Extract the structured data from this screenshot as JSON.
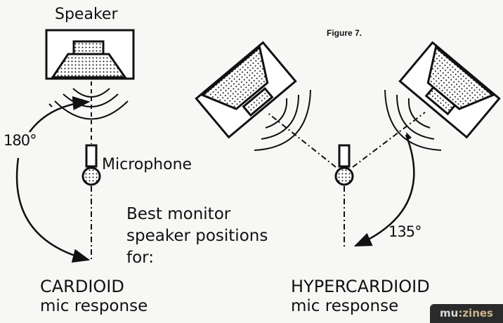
{
  "figure_label": "Figure 7.",
  "left": {
    "speaker_label": "Speaker",
    "mic_label": "Microphone",
    "angle_label": "180°",
    "pattern_title": "CARDIOID",
    "pattern_subtitle": "mic response"
  },
  "center_caption": [
    "Best monitor",
    "speaker positions",
    "for:"
  ],
  "right": {
    "angle_label": "135°",
    "pattern_title": "HYPERCARDIOID",
    "pattern_subtitle": "mic response"
  },
  "logo": {
    "part1": "mu",
    "part2": ":zines"
  }
}
